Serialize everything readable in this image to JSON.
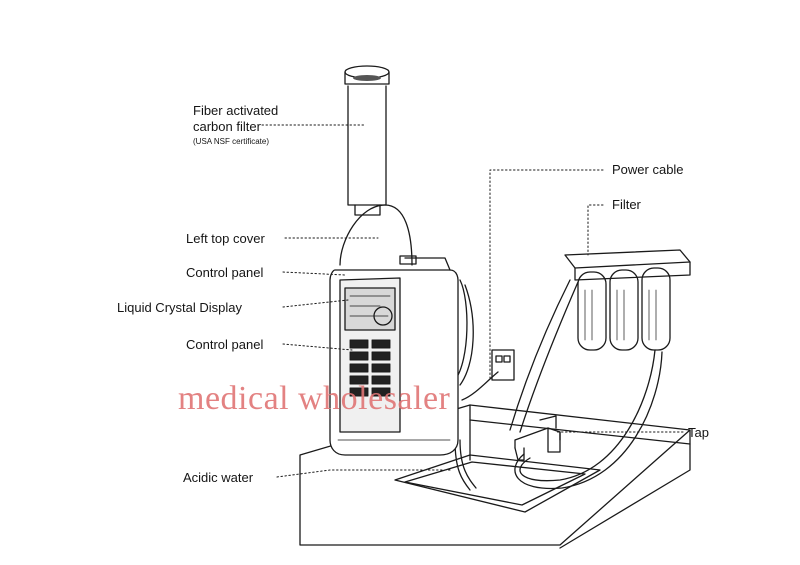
{
  "labels": {
    "fiber_filter_line1": "Fiber activated",
    "fiber_filter_line2": "carbon filter",
    "fiber_filter_note": "(USA NSF certificate)",
    "left_top_cover": "Left top cover",
    "control_panel_top": "Control panel",
    "lcd": "Liquid Crystal Display",
    "control_panel_bottom": "Control panel",
    "acidic_water": "Acidic water",
    "power_cable": "Power cable",
    "filter": "Filter",
    "tap": "Tap"
  },
  "watermark": "medical wholesaler",
  "colors": {
    "line": "#1a1a1a",
    "watermark": "#e07575",
    "background": "#ffffff"
  }
}
